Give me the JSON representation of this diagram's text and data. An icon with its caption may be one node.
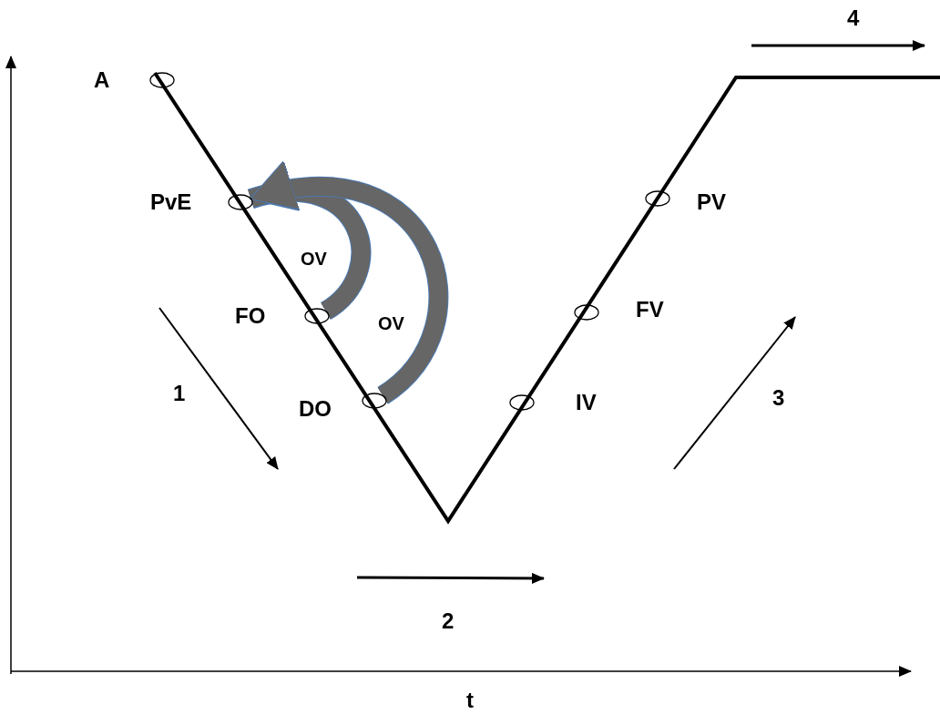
{
  "diagram": {
    "nodes": [
      {
        "text": [],
        "shape": "circle",
        "beside": [
          "A"
        ]
      },
      {
        "text": [],
        "shape": "circle",
        "beside": [
          "PvE"
        ]
      },
      {
        "text": [],
        "shape": "circle",
        "beside": [
          "PV"
        ]
      },
      {
        "text": [],
        "shape": "circle",
        "beside": [
          "FO"
        ]
      },
      {
        "text": [],
        "shape": "circle",
        "beside": [
          "FV"
        ]
      },
      {
        "text": [],
        "shape": "circle",
        "beside": [
          "DO"
        ]
      },
      {
        "text": [],
        "shape": "circle",
        "beside": [
          "IV"
        ]
      }
    ],
    "edges": [
      {
        "from": 3,
        "to": 1,
        "arrow": "to",
        "label": "OV"
      },
      {
        "from": 5,
        "to": 1,
        "arrow": "to",
        "label": "OV"
      }
    ],
    "labels": [
      "4",
      "1",
      "3",
      "2",
      "t"
    ]
  }
}
